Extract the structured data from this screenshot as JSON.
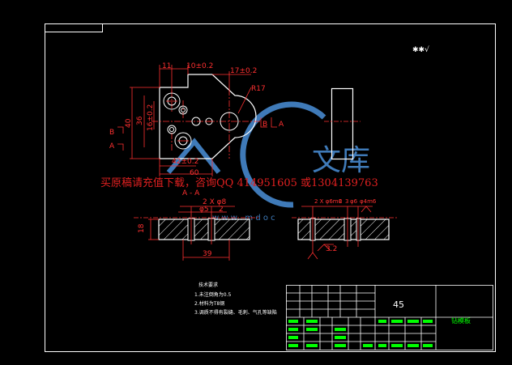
{
  "colors": {
    "background": "#000000",
    "frame": "#ffffff",
    "outline": "#ffffff",
    "dimension": "#ff3030",
    "center_line": "#ff3030",
    "hatch": "#ffffff",
    "title_block": "#00ff00",
    "watermark_text": "#e02020",
    "watermark_logo": "#4a90d9"
  },
  "plan_view": {
    "dims": {
      "d11": "11",
      "d10": "10±0.2",
      "d17": "17±0.2",
      "r17": "R17",
      "d40": "40",
      "d36": "36",
      "d16": "16±0.2",
      "d42": "42±0.2",
      "d60": "60"
    },
    "section_b": "B",
    "section_a": "A"
  },
  "roughness_symbol": "✱✱√",
  "section": {
    "label": "A - A",
    "dims_left": {
      "holes": "2 X φ8",
      "bore": "φ5",
      "bore2": "2",
      "height": "18",
      "width": "39"
    },
    "dims_right": {
      "holes": "2 X φ6m6",
      "c2": "2",
      "c3": "3",
      "mid": "φ6",
      "right": "φ4m6",
      "ra": "3.2"
    }
  },
  "notes": {
    "title": "技术要求",
    "items": [
      "1.未注倒角为0.5",
      "2.材料为T8钢",
      "3.调质不得有裂缝、毛刺、气孔等缺陷"
    ]
  },
  "title_block": {
    "number": "45",
    "name": "钻模板"
  },
  "watermark": {
    "text": "买原稿请充值下载，咨询QQ 414951605 或1304139763",
    "logo_chars": "文库",
    "sub": "w w w . m d o c"
  }
}
